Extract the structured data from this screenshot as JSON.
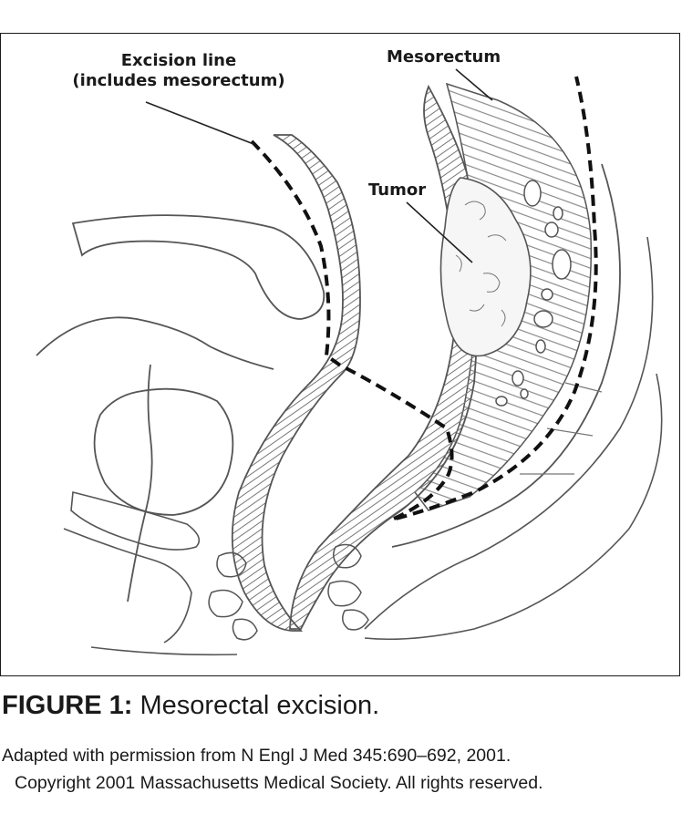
{
  "labels": {
    "excision_line_1": "Excision line",
    "excision_line_2": "(includes mesorectum)",
    "mesorectum": "Mesorectum",
    "tumor": "Tumor"
  },
  "caption": {
    "figure_number": "FIGURE 1:",
    "title": " Mesorectal excision."
  },
  "credit": {
    "line1": "Adapted with permission from N Engl J Med 345:690–692, 2001.",
    "line2": "Copyright 2001 Massachusetts Medical Society. All rights reserved."
  },
  "colors": {
    "line": "#555555",
    "dash": "#111111",
    "hatch": "#888888"
  }
}
